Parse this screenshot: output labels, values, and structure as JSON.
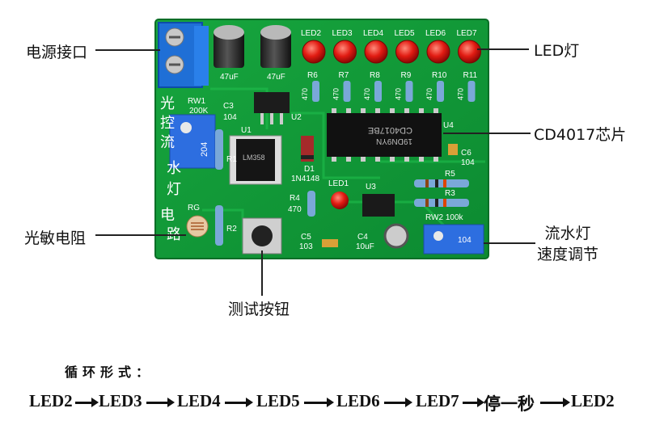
{
  "callouts": {
    "power": "电源接口",
    "led": "LED灯",
    "cd4017": "CD4017芯片",
    "photoresistor": "光敏电阻",
    "speed_line1": "流水灯",
    "speed_line2": "速度调节",
    "test_button": "测试按钮"
  },
  "board": {
    "led_labels": [
      "LED2",
      "LED3",
      "LED4",
      "LED5",
      "LED6",
      "LED7"
    ],
    "resistor_labels": [
      "R6",
      "R7",
      "R8",
      "R9",
      "R10",
      "R11"
    ],
    "resistor_values": [
      "470",
      "470",
      "470",
      "470",
      "470",
      "470"
    ],
    "cap_values": [
      "47uF",
      "47uF"
    ],
    "rw1": "RW1",
    "rw1_val": "200K",
    "pot_text": "204",
    "c3": "C3",
    "c3_val": "104",
    "u1": "U1",
    "u2": "U2",
    "u4": "U4",
    "chip_main": "CD4017BE",
    "chip_sub": "19DN9YN",
    "chip_u1": "LM358",
    "d1": "D1",
    "d1_val": "1N4148",
    "c6": "C6",
    "c6_val": "104",
    "r5": "R5",
    "r3": "R3",
    "r4": "R4",
    "r4_val": "470",
    "led1": "LED1",
    "u3": "U3",
    "rw2": "RW2 100k",
    "rg": "RG",
    "r1": "R1",
    "r2": "R2",
    "c5": "C5",
    "c5_val": "103",
    "c4": "C4",
    "c4_val": "10uF",
    "vertical_text": [
      "光",
      "控",
      "流",
      "水",
      "灯",
      "电",
      "路"
    ],
    "pot2_text": "104"
  },
  "sequence_title": "循环形式：",
  "sequence": [
    "LED2",
    "LED3",
    "LED4",
    "LED5",
    "LED6",
    "LED7",
    "停一秒",
    "LED2"
  ]
}
